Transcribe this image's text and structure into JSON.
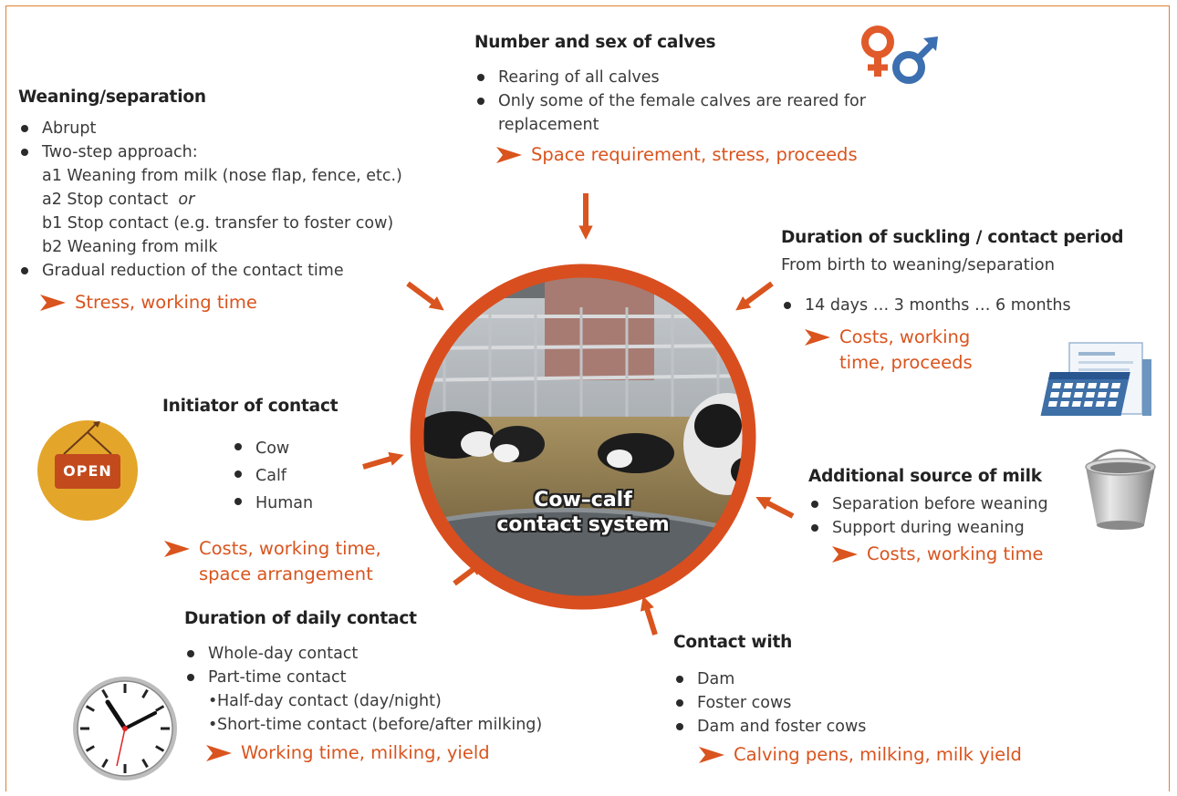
{
  "colors": {
    "accent": "#d9541e",
    "ring": "#d94e1f",
    "frame": "#e0802f",
    "text": "#3a3a3a"
  },
  "center": {
    "line1": "Cow–calf",
    "line2": "contact system"
  },
  "sex": {
    "title": "Number and sex of calves",
    "items": [
      "Rearing of all calves",
      "Only some of the female calves are reared for replacement"
    ],
    "impact": "Space requirement, stress, proceeds"
  },
  "weaning": {
    "title": "Weaning/separation",
    "item1": "Abrupt",
    "item2": "Two-step approach:",
    "a1": "a1 Weaning from milk (nose flap, fence, etc.)",
    "a2": "a2 Stop contact",
    "or": "or",
    "b1": "b1 Stop contact (e.g. transfer to foster cow)",
    "b2": "b2 Weaning from milk",
    "item3": "Gradual reduction of the contact time",
    "impact": "Stress, working time"
  },
  "suckling": {
    "title": "Duration of suckling / contact period",
    "subtitle": "From birth to weaning/separation",
    "items": [
      "14 days … 3 months … 6 months"
    ],
    "impact_line1": "Costs, working",
    "impact_line2": "time, proceeds"
  },
  "initiator": {
    "title": "Initiator of contact",
    "items": [
      "Cow",
      "Calf",
      "Human"
    ],
    "impact_line1": "Costs, working time,",
    "impact_line2": "space arrangement",
    "sign_text": "OPEN"
  },
  "milk": {
    "title": "Additional source of milk",
    "items": [
      "Separation before weaning",
      "Support during weaning"
    ],
    "impact": "Costs, working time"
  },
  "daily": {
    "title": "Duration of daily contact",
    "items": [
      "Whole-day contact",
      "Part-time contact"
    ],
    "sub": [
      "Half-day contact (day/night)",
      "Short-time contact (before/after milking)"
    ],
    "impact": "Working time, milking, yield"
  },
  "contact": {
    "title": "Contact with",
    "items": [
      "Dam",
      "Foster cows",
      "Dam and foster cows"
    ],
    "impact": "Calving pens, milking, milk yield"
  },
  "icons": [
    "female-symbol-icon",
    "male-symbol-icon",
    "calendar-icon",
    "open-sign-icon",
    "milk-bucket-icon",
    "wall-clock-icon",
    "cow-barn-photo"
  ]
}
